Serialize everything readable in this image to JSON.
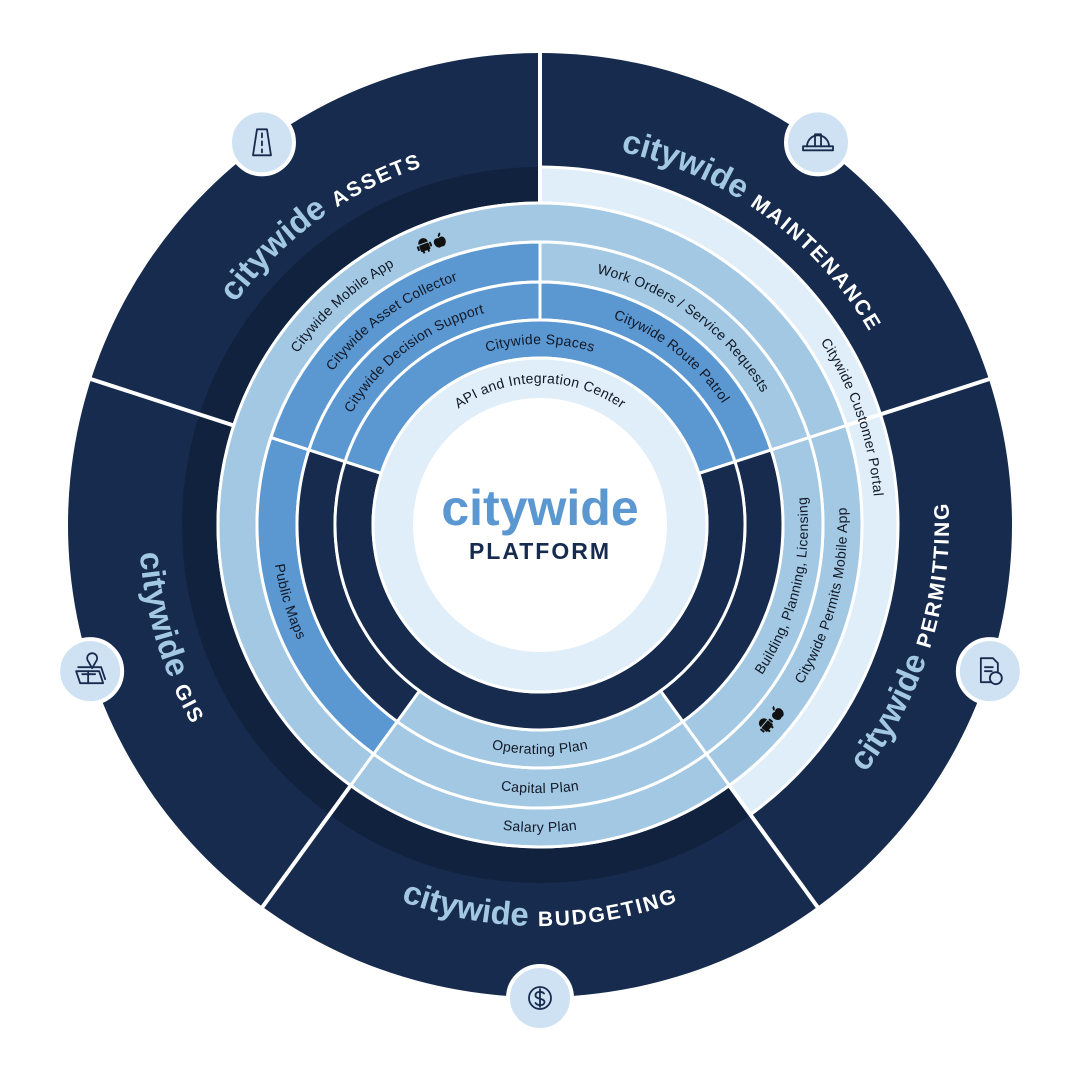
{
  "center": {
    "brand": "citywide",
    "label": "PLATFORM"
  },
  "modules": [
    {
      "key": "assets",
      "brand": "citywide",
      "name": "ASSETS",
      "icon": "road-icon"
    },
    {
      "key": "maintenance",
      "brand": "citywide",
      "name": "MAINTENANCE",
      "icon": "hard-hat-icon"
    },
    {
      "key": "permitting",
      "brand": "citywide",
      "name": "PERMITTING",
      "icon": "permit-document-icon"
    },
    {
      "key": "budgeting",
      "brand": "citywide",
      "name": "BUDGETING",
      "icon": "dollar-icon"
    },
    {
      "key": "gis",
      "brand": "citywide",
      "name": "GIS",
      "icon": "map-pin-icon"
    }
  ],
  "products": {
    "mobile_app": "Citywide Mobile App",
    "asset_collector": "Citywide Asset Collector",
    "decision_support": "Citywide Decision Support",
    "spaces": "Citywide Spaces",
    "api": "API and Integration Center",
    "work_orders": "Work Orders / Service Requests",
    "route_patrol": "Citywide Route Patrol",
    "customer_portal": "Citywide Customer Portal",
    "building": "Building, Planning, Licensing",
    "permits_app": "Citywide Permits Mobile App",
    "public_maps": "Public Maps",
    "operating_plan": "Operating Plan",
    "capital_plan": "Capital Plan",
    "salary_plan": "Salary Plan"
  },
  "platform_icons": [
    "android-icon",
    "apple-icon"
  ],
  "colors": {
    "navy": "#162b4d",
    "navy_dark": "#11223e",
    "mid_blue": "#5b97d0",
    "light_blue": "#a3c8e3",
    "pale_blue": "#e0eef9",
    "icon_bg": "#cfe2f3",
    "white": "#ffffff"
  }
}
